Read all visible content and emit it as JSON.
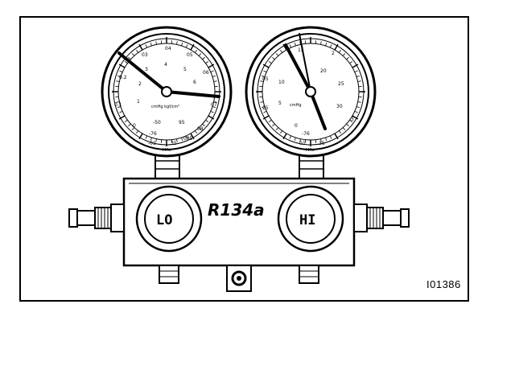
{
  "figure_id": "I01386",
  "manifold": {
    "refrigerant_label": "R134a",
    "low_knob_label": "LO",
    "high_knob_label": "HI"
  },
  "low_gauge": {
    "scale_labels": [
      "04",
      "03",
      "05",
      "3",
      "4",
      "5",
      "06",
      "0.2",
      "2",
      "6",
      "0.1",
      "1",
      "07",
      "0",
      "-50",
      "95",
      "08",
      "-76",
      "-01",
      "35",
      "085"
    ],
    "unit_labels": [
      "cmHg  kgf/cm²",
      "MPa"
    ]
  },
  "high_gauge": {
    "scale_labels": [
      "15",
      "2",
      "10",
      "20",
      "25",
      "05",
      "30",
      "5",
      "25",
      "0",
      "3",
      "-76",
      "-01",
      "35"
    ],
    "unit_labels": [
      "cmHg",
      "MPa"
    ]
  },
  "colors": {
    "line": "#000000",
    "background": "#ffffff"
  }
}
